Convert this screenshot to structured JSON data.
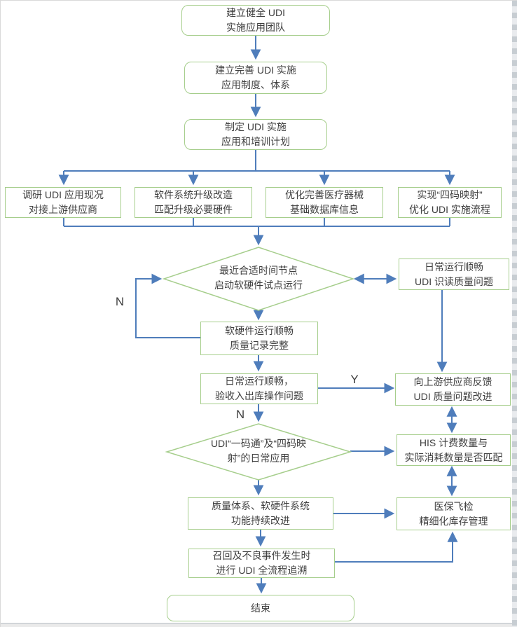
{
  "diagram": {
    "colors": {
      "box_border": "#a6ce8c",
      "arrow": "#4f7dbb",
      "text": "#3f3f3f"
    },
    "nodes": {
      "team": {
        "line1": "建立健全 UDI",
        "line2": "实施应用团队"
      },
      "system": {
        "line1": "建立完善 UDI 实施",
        "line2": "应用制度、体系"
      },
      "plan": {
        "line1": "制定 UDI 实施",
        "line2": "应用和培训计划"
      },
      "research": {
        "line1": "调研 UDI 应用现况",
        "line2": "对接上游供应商"
      },
      "software": {
        "line1": "软件系统升级改造",
        "line2": "匹配升级必要硬件"
      },
      "database": {
        "line1": "优化完善医疗器械",
        "line2": "基础数据库信息"
      },
      "mapping": {
        "line1": "实现“四码映射”",
        "line2": "优化 UDI 实施流程"
      },
      "pilot": {
        "line1": "最近合适时间节点",
        "line2": "启动软硬件试点运行"
      },
      "daily_quality": {
        "line1": "日常运行顺畅",
        "line2": "UDI 识读质量问题"
      },
      "run_ok": {
        "line1": "软硬件运行顺畅",
        "line2": "质量记录完整"
      },
      "daily_ops": {
        "line1": "日常运行顺畅，",
        "line2": "验收入出库操作问题"
      },
      "feedback": {
        "line1": "向上游供应商反馈",
        "line2": "UDI 质量问题改进"
      },
      "daily_use": {
        "line1": "UDI“一码通”及“四码映",
        "line2": "射”的日常应用"
      },
      "his": {
        "line1": "HIS 计费数量与",
        "line2": "实际消耗数量是否匹配"
      },
      "improve": {
        "line1": "质量体系、软硬件系统",
        "line2": "功能持续改进"
      },
      "insurance": {
        "line1": "医保飞检",
        "line2": "精细化库存管理"
      },
      "recall": {
        "line1": "召回及不良事件发生时",
        "line2": "进行 UDI 全流程追溯"
      },
      "end": {
        "line1": "结束"
      }
    },
    "labels": {
      "n1": "N",
      "y1": "Y",
      "n2": "N"
    }
  }
}
